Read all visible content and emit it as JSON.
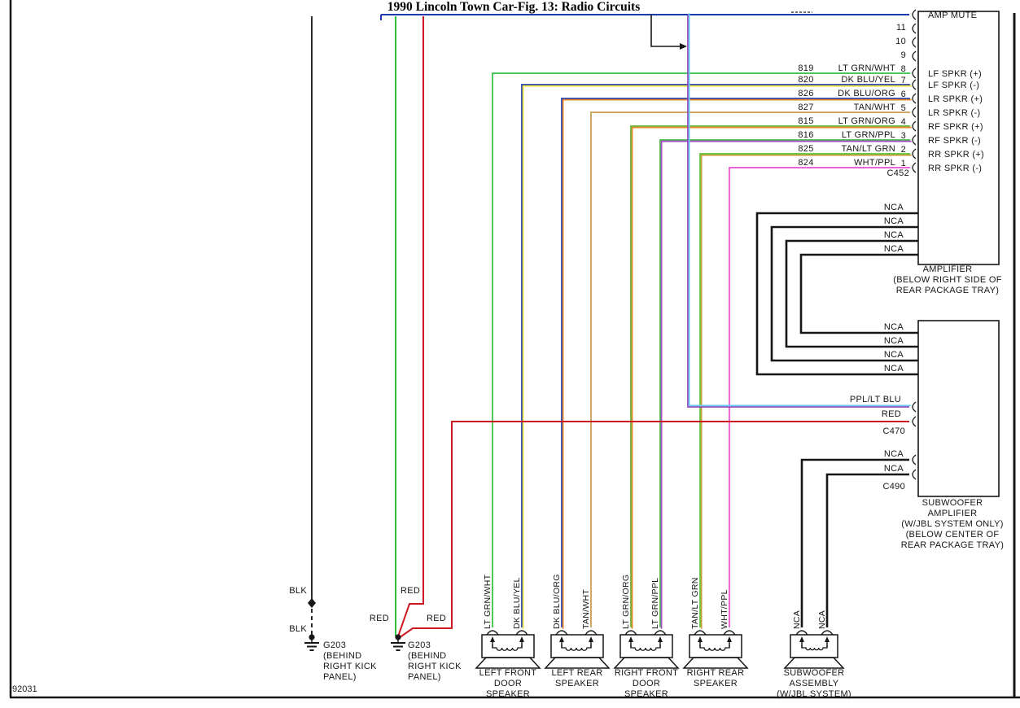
{
  "title": "1990 Lincoln Town Car-Fig. 13: Radio Circuits",
  "figure_code": "92031",
  "colors": {
    "LT GRN/WHT": [
      "#2FC040"
    ],
    "DK BLU/YEL": [
      "#1C3AAE",
      "#EDE23A"
    ],
    "DK BLU/ORG": [
      "#1C3AAE",
      "#E8882A"
    ],
    "TAN/WHT": [
      "#C99851"
    ],
    "LT GRN/ORG": [
      "#55B32A",
      "#E8882A"
    ],
    "LT GRN/PPL": [
      "#3FB83F",
      "#A348C8"
    ],
    "TAN/LT GRN": [
      "#55C42E",
      "#C99933"
    ],
    "WHT/PPL": [
      "#E84FD7"
    ],
    "PPL/LT BLU": [
      "#9540C0",
      "#63CCEE"
    ],
    "RED": [
      "#CC1823"
    ],
    "BLK": [
      "#141414"
    ],
    "NCA": [
      "#141414"
    ],
    "amp_mute_blue": "#1C3AAE",
    "line_black": "#161616"
  },
  "main_amplifier": {
    "name_lines": [
      "AMPLIFIER",
      "(BELOW RIGHT SIDE OF",
      "REAR PACKAGE TRAY)"
    ],
    "connector": "C452",
    "pins": [
      {
        "pin": "",
        "circuit": "",
        "color": "",
        "function": "AMP MUTE"
      },
      {
        "pin": "11",
        "circuit": "",
        "color": "",
        "function": ""
      },
      {
        "pin": "10",
        "circuit": "",
        "color": "",
        "function": ""
      },
      {
        "pin": "9",
        "circuit": "",
        "color": "",
        "function": ""
      },
      {
        "pin": "8",
        "circuit": "819",
        "color": "LT GRN/WHT",
        "function": "LF SPKR (+)"
      },
      {
        "pin": "7",
        "circuit": "820",
        "color": "DK BLU/YEL",
        "function": "LF SPKR (-)"
      },
      {
        "pin": "6",
        "circuit": "826",
        "color": "DK BLU/ORG",
        "function": "LR SPKR (+)"
      },
      {
        "pin": "5",
        "circuit": "827",
        "color": "TAN/WHT",
        "function": "LR SPKR (-)"
      },
      {
        "pin": "4",
        "circuit": "815",
        "color": "LT GRN/ORG",
        "function": "RF SPKR (+)"
      },
      {
        "pin": "3",
        "circuit": "816",
        "color": "LT GRN/PPL",
        "function": "RF SPKR (-)"
      },
      {
        "pin": "2",
        "circuit": "825",
        "color": "TAN/LT GRN",
        "function": "RR SPKR (+)"
      },
      {
        "pin": "1",
        "circuit": "824",
        "color": "WHT/PPL",
        "function": "RR SPKR (-)"
      }
    ],
    "nca_pins": [
      "NCA",
      "NCA",
      "NCA",
      "NCA"
    ]
  },
  "subwoofer_amplifier": {
    "name_lines": [
      "SUBWOOFER",
      "AMPLIFIER",
      "(W/JBL SYSTEM ONLY)",
      "(BELOW CENTER OF",
      "REAR PACKAGE TRAY)"
    ],
    "nca_in_pins": [
      "NCA",
      "NCA",
      "NCA",
      "NCA"
    ],
    "connector_c470": {
      "name": "C470",
      "pins": [
        "PPL/LT BLU",
        "RED"
      ]
    },
    "connector_c490": {
      "name": "C490",
      "pins": [
        "NCA",
        "NCA"
      ]
    }
  },
  "speakers": [
    {
      "name_lines": [
        "LEFT FRONT",
        "DOOR",
        "SPEAKER"
      ],
      "wires": [
        "LT GRN/WHT",
        "DK BLU/YEL"
      ]
    },
    {
      "name_lines": [
        "LEFT REAR",
        "SPEAKER"
      ],
      "wires": [
        "DK BLU/ORG",
        "TAN/WHT"
      ]
    },
    {
      "name_lines": [
        "RIGHT FRONT",
        "DOOR",
        "SPEAKER"
      ],
      "wires": [
        "LT GRN/ORG",
        "LT GRN/PPL"
      ]
    },
    {
      "name_lines": [
        "RIGHT REAR",
        "SPEAKER"
      ],
      "wires": [
        "TAN/LT GRN",
        "WHT/PPL"
      ]
    },
    {
      "name_lines": [
        "SUBWOOFER",
        "ASSEMBLY",
        "(W/JBL SYSTEM)"
      ],
      "wires": [
        "NCA",
        "NCA"
      ]
    }
  ],
  "grounds": [
    {
      "wire": "BLK",
      "wire_labels": [
        "BLK",
        "BLK"
      ],
      "id": "G203",
      "note_lines": [
        "(BEHIND",
        "RIGHT KICK",
        "PANEL)"
      ]
    },
    {
      "wire": "RED",
      "wire_labels": [
        "RED",
        "RED",
        "RED"
      ],
      "id": "G203",
      "note_lines": [
        "(BEHIND",
        "RIGHT KICK",
        "PANEL)"
      ]
    }
  ]
}
